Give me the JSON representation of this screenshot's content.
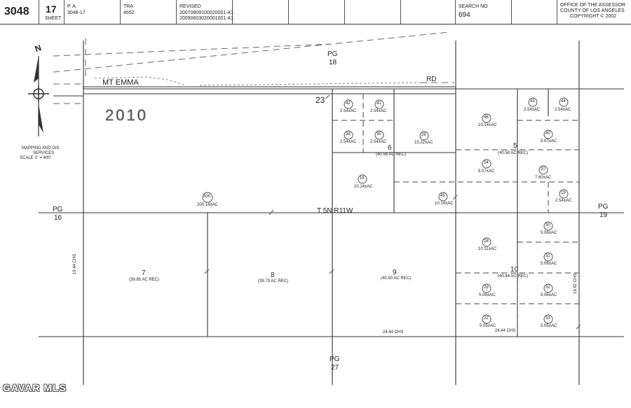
{
  "header": {
    "book": "3048",
    "page": "17",
    "sheet_label": "SHEET",
    "pa_label": "P. A.",
    "pa_value": "3048-17",
    "tra_label": "TRA",
    "tra_value": "4652",
    "revised_label": "REVISED",
    "revised_1": "20070809100020001-A1",
    "revised_2": "20090603020001001-A1",
    "search_label": "SEARCH NO",
    "search_value": "694",
    "office_1": "OFFICE OF THE ASSESSOR",
    "office_2": "COUNTY OF LOS ANGELES",
    "office_3": "COPYRIGHT © 2002"
  },
  "compass": {
    "north": "N",
    "mapping_1": "MAPPING AND GIS",
    "mapping_2": "SERVICES",
    "scale": "SCALE 1\" = 400'"
  },
  "roads": {
    "mt_emma": "MT EMMA",
    "rd": "RD",
    "township": "T 5N R11W"
  },
  "stamp": "2010",
  "page_refs": {
    "top_pg": "PG",
    "top_num": "18",
    "left_pg": "PG",
    "left_num": "16",
    "right_pg": "PG",
    "right_num": "19",
    "bottom_pg": "PG",
    "bottom_num": "27"
  },
  "labels": {
    "corner_23": "23",
    "sec6": "6",
    "sec6_area": "(40.58 AC REC)",
    "sec5": "5",
    "sec5_area": "(40.58 AC REC)",
    "sec7": "7",
    "sec7_area": "(39.85 AC REC)",
    "sec8": "8",
    "sec8_area": "(39.79 AC REC)",
    "sec9": "9",
    "sec9_area": "(40.50 AC REC)",
    "sec10": "10",
    "sec10_area": "(40.44 AC REC)",
    "chs_left": "19.44 CHS",
    "chs_bottom_1": "24.44 CHS",
    "chs_bottom_2": "24.44 CHS",
    "chs_right": "19.82 CHS"
  },
  "parcels": [
    {
      "num": "42",
      "area": "2.54±AC"
    },
    {
      "num": "41",
      "area": "2.54±AC"
    },
    {
      "num": "38",
      "area": "2.54±AC"
    },
    {
      "num": "35",
      "area": "2.54±AC"
    },
    {
      "num": "26",
      "area": "15.22±AC"
    },
    {
      "num": "18",
      "area": "10.14±AC"
    },
    {
      "num": "45",
      "area": "10.14±AC"
    },
    {
      "num": "46",
      "area": "10.14±AC"
    },
    {
      "num": "43",
      "area": "2.54±AC"
    },
    {
      "num": "44",
      "area": "2.54±AC"
    },
    {
      "num": "40",
      "area": "5.07±AC"
    },
    {
      "num": "24",
      "area": "5.07±AC"
    },
    {
      "num": "20",
      "area": "7.60±AC"
    },
    {
      "num": "19",
      "area": "2.54±AC"
    },
    {
      "num": "300",
      "area": "200.14±AC"
    },
    {
      "num": "28",
      "area": "10.11±AC"
    },
    {
      "num": "30",
      "area": "5.06±AC"
    },
    {
      "num": "31",
      "area": "5.06±AC"
    },
    {
      "num": "29",
      "area": "5.06±AC"
    },
    {
      "num": "32",
      "area": "5.06±AC"
    },
    {
      "num": "22",
      "area": "5.05±AC"
    },
    {
      "num": "33",
      "area": "5.05±AC"
    }
  ],
  "watermark": "GAVAR MLS"
}
